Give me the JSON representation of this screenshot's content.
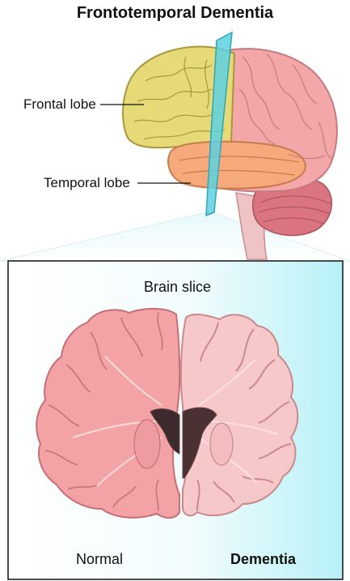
{
  "title": "Frontotemporal Dementia",
  "labels": {
    "frontal": "Frontal lobe",
    "temporal": "Temporal lobe",
    "slice": "Brain slice",
    "normal": "Normal",
    "dementia": "Dementia"
  },
  "colors": {
    "frontal": "#e6d978",
    "temporal": "#f6a97a",
    "brain_pink": "#f4a7a9",
    "normal_slice": "#f3a3a6",
    "dementia_slice": "#f6c8c9",
    "plane": "#5ed1df",
    "panel_glow": "#b6f1f7"
  }
}
